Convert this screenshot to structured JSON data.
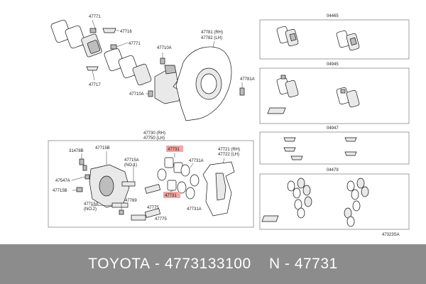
{
  "footer": {
    "brand": "TOYOTA",
    "sep1": " - ",
    "part_number": "4773133100",
    "sep2": "    N - ",
    "ref": "47731"
  },
  "labels": {
    "l47771a": "47771",
    "l47716": "47716",
    "l47771b": "47771",
    "l47717": "47717",
    "l47710a": "47710A",
    "l47710a2": "47710A",
    "l47781rh": "47781 (RH)",
    "l47782lh": "47782 (LH)",
    "l47781a": "47781A",
    "l04465": "04465",
    "l04945": "04945",
    "l04947": "04947",
    "l04479": "04479",
    "l47730rh": "47730 (RH)",
    "l47750lh": "47750 (LH)",
    "l31478b": "31478B",
    "l47715b1": "47715B",
    "l47547a": "47547A",
    "l47715b2": "47715B",
    "l47715a1": "47715A",
    "l47715a1n": "(NO.1)",
    "l47715a2": "47715A",
    "l47715a2n": "(NO.2)",
    "l47769": "47769",
    "l47775a": "47775",
    "l47775b": "47775",
    "l47731top": "47731",
    "l47731mid": "47731",
    "l47731a1": "47731A",
    "l47731a2": "47731A",
    "l47721rh": "47721 (RH)",
    "l47722lh": "47722 (LH)",
    "code": "47323SA"
  },
  "colors": {
    "highlight": "#f4a6a6",
    "footer_bg": "#8c8c8c",
    "footer_text": "#ffffff"
  }
}
